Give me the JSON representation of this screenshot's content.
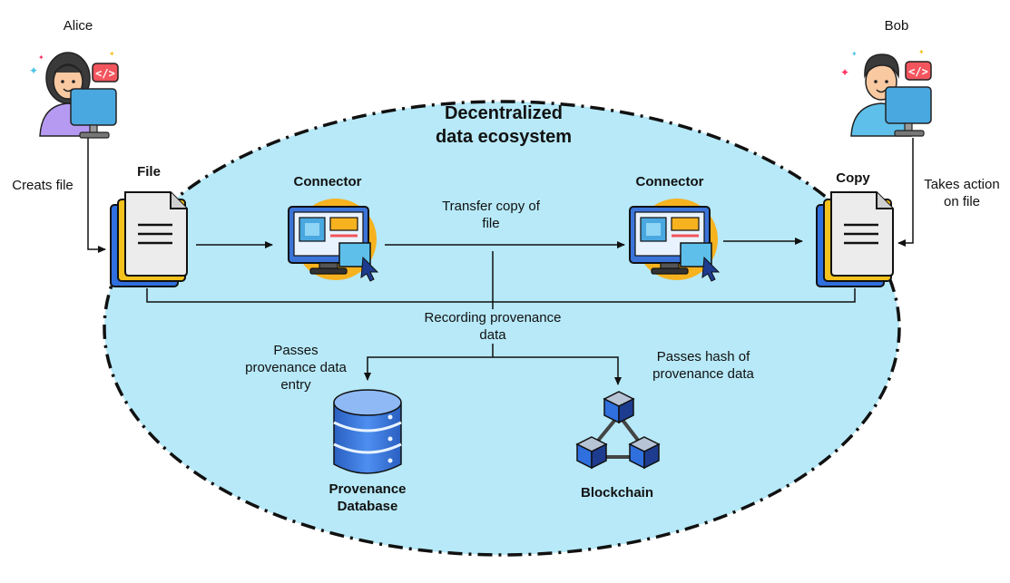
{
  "actors": {
    "alice": "Alice",
    "bob": "Bob"
  },
  "title": "Decentralized\ndata ecosystem",
  "labels": {
    "creates_file": "Creats file",
    "takes_action": "Takes action\non file",
    "file": "File",
    "copy": "Copy",
    "connector_left": "Connector",
    "connector_right": "Connector",
    "transfer": "Transfer copy of\nfile",
    "recording": "Recording provenance\ndata",
    "passes_entry": "Passes\nprovenance data\nentry",
    "passes_hash": "Passes hash of\nprovenance data",
    "database": "Provenance\nDatabase",
    "blockchain": "Blockchain"
  },
  "icons": {
    "person_left": "developer-woman-icon",
    "person_right": "developer-man-icon",
    "file": "document-stack-icon",
    "connector": "monitor-connector-icon",
    "database": "database-icon",
    "blockchain": "blockchain-icon",
    "code_badge": "code-icon"
  },
  "colors": {
    "ecosystem_fill": "#b7e9f8",
    "ecosystem_border": "#111111",
    "accent_orange": "#f6b21f",
    "accent_blue": "#3b74d9",
    "monitor_blue": "#4aa8e0",
    "paper_yellow": "#f4c21c",
    "paper_blue": "#2f6fde",
    "purple_shirt": "#b69af2",
    "blue_shirt": "#5ec0ea"
  }
}
